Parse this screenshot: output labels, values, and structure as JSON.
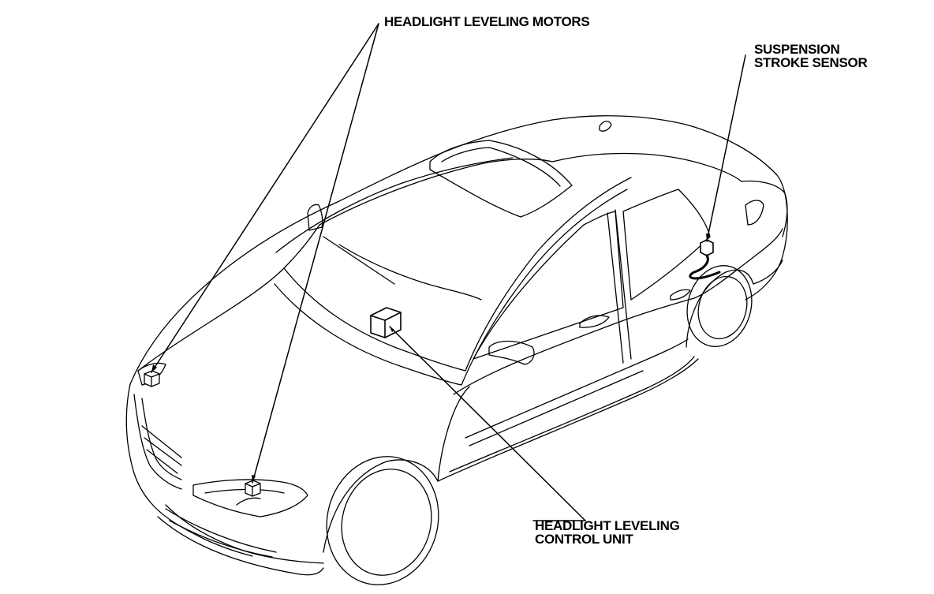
{
  "labels": {
    "headlight_leveling_motors": "HEADLIGHT LEVELING MOTORS",
    "suspension_stroke_sensor_line1": "SUSPENSION",
    "suspension_stroke_sensor_line2": "STROKE SENSOR",
    "control_unit_line1": "HEADLIGHT LEVELING",
    "control_unit_line2": "CONTROL UNIT"
  },
  "colors": {
    "line": "#000000",
    "background": "#ffffff"
  }
}
